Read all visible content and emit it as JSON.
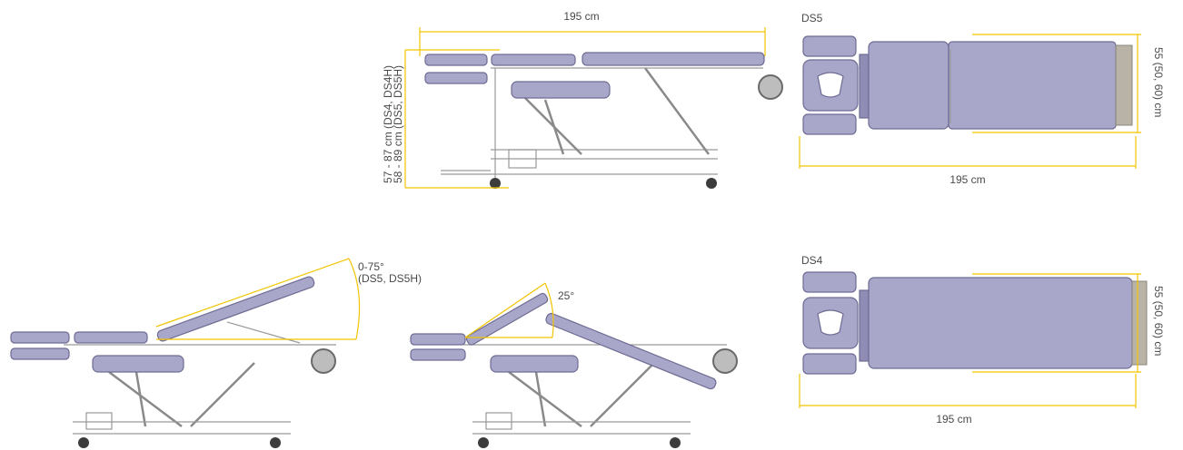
{
  "side_view": {
    "length_label": "195 cm",
    "height_label_line1": "57 - 87 cm (DS4, DS4H)",
    "height_label_line2": "58 - 89 cm (DS5, DS5H)"
  },
  "top_view_ds5": {
    "model": "DS5",
    "width_label": "55 (50, 60) cm",
    "length_label": "195 cm"
  },
  "top_view_ds4": {
    "model": "DS4",
    "width_label": "55 (50, 60) cm",
    "length_label": "195 cm"
  },
  "tilt_view_left": {
    "angle_label_line1": "0-75°",
    "angle_label_line2": "(DS5, DS5H)"
  },
  "tilt_view_middle": {
    "angle_label": "25°"
  },
  "colors": {
    "upholstery": "#a9a7c9",
    "dimension_line": "#f2c400",
    "frame": "#9a9a9a"
  }
}
